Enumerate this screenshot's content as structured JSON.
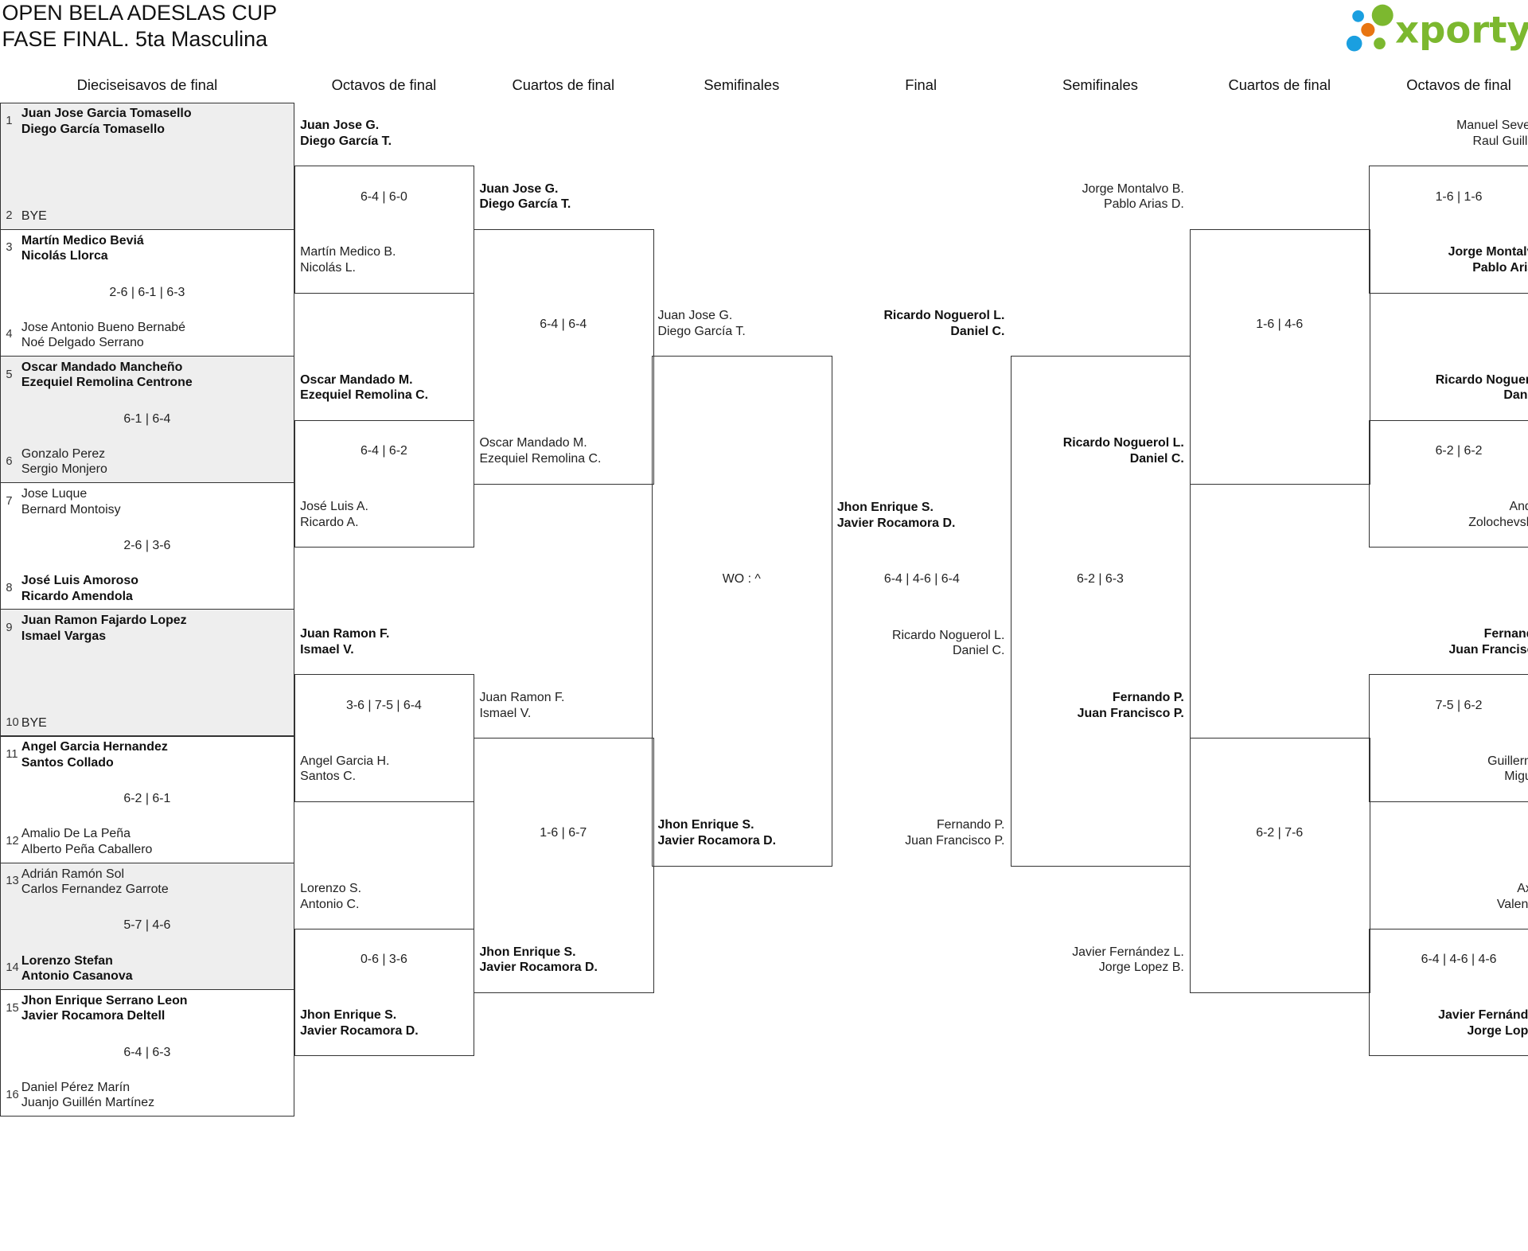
{
  "title": {
    "line1": "OPEN BELA ADESLAS CUP",
    "line2": "FASE FINAL. 5ta Masculina"
  },
  "logo": {
    "text": "xporty",
    "colors": {
      "green": "#7cb82f",
      "blue": "#1a9fe0",
      "orange": "#e87511"
    }
  },
  "headers": [
    "Dieciseisavos de final",
    "Octavos de final",
    "Cuartos de final",
    "Semifinales",
    "Final",
    "Semifinales",
    "Cuartos de final",
    "Octavos de final"
  ],
  "left": {
    "r16": [
      {
        "seed_top": "1",
        "top": [
          "Juan Jose Garcia Tomasello",
          "Diego García Tomasello"
        ],
        "top_win": true,
        "score": "",
        "seed_bottom": "2",
        "bottom": [
          "BYE"
        ],
        "bottom_win": false
      },
      {
        "seed_top": "3",
        "top": [
          "Martín Medico Beviá",
          "Nicolás Llorca"
        ],
        "top_win": true,
        "score": "2-6 | 6-1 | 6-3",
        "seed_bottom": "4",
        "bottom": [
          "Jose Antonio Bueno Bernabé",
          "Noé Delgado Serrano"
        ],
        "bottom_win": false
      },
      {
        "seed_top": "5",
        "top": [
          "Oscar Mandado Mancheño",
          "Ezequiel Remolina Centrone"
        ],
        "top_win": true,
        "score": "6-1 | 6-4",
        "seed_bottom": "6",
        "bottom": [
          "Gonzalo Perez",
          "Sergio Monjero"
        ],
        "bottom_win": false
      },
      {
        "seed_top": "7",
        "top": [
          "Jose Luque",
          "Bernard Montoisy"
        ],
        "top_win": false,
        "score": "2-6 | 3-6",
        "seed_bottom": "8",
        "bottom": [
          "José Luis Amoroso",
          "Ricardo Amendola"
        ],
        "bottom_win": true
      },
      {
        "seed_top": "9",
        "top": [
          "Juan Ramon Fajardo Lopez",
          "Ismael Vargas"
        ],
        "top_win": true,
        "score": "",
        "seed_bottom": "10",
        "bottom": [
          "BYE"
        ],
        "bottom_win": false
      },
      {
        "seed_top": "11",
        "top": [
          "Angel Garcia Hernandez",
          "Santos Collado"
        ],
        "top_win": true,
        "score": "6-2 | 6-1",
        "seed_bottom": "12",
        "bottom": [
          "Amalio De La Peña",
          "Alberto Peña Caballero"
        ],
        "bottom_win": false
      },
      {
        "seed_top": "13",
        "top": [
          "Adrián Ramón Sol",
          "Carlos Fernandez Garrote"
        ],
        "top_win": false,
        "score": "5-7 | 4-6",
        "seed_bottom": "14",
        "bottom": [
          "Lorenzo Stefan",
          "Antonio Casanova"
        ],
        "bottom_win": true
      },
      {
        "seed_top": "15",
        "top": [
          "Jhon Enrique Serrano Leon",
          "Javier Rocamora Deltell"
        ],
        "top_win": true,
        "score": "6-4 | 6-3",
        "seed_bottom": "16",
        "bottom": [
          "Daniel Pérez Marín",
          "Juanjo Guillén Martínez"
        ],
        "bottom_win": false
      }
    ],
    "r8": [
      {
        "top": [
          "Juan Jose G.",
          "Diego García T."
        ],
        "top_win": true,
        "score": "6-4 | 6-0",
        "bottom": [
          "Martín Medico B.",
          "Nicolás L."
        ],
        "bottom_win": false
      },
      {
        "top": [
          "Oscar Mandado M.",
          "Ezequiel Remolina C."
        ],
        "top_win": true,
        "score": "6-4 | 6-2",
        "bottom": [
          "José Luis A.",
          "Ricardo A."
        ],
        "bottom_win": false
      },
      {
        "top": [
          "Juan Ramon F.",
          "Ismael V."
        ],
        "top_win": true,
        "score": "3-6 | 7-5 | 6-4",
        "bottom": [
          "Angel Garcia H.",
          "Santos C."
        ],
        "bottom_win": false
      },
      {
        "top": [
          "Lorenzo S.",
          "Antonio C."
        ],
        "top_win": false,
        "score": "0-6 | 3-6",
        "bottom": [
          "Jhon Enrique S.",
          "Javier Rocamora D."
        ],
        "bottom_win": true
      }
    ],
    "qf": [
      {
        "top": [
          "Juan Jose G.",
          "Diego García T."
        ],
        "top_win": true,
        "score": "6-4 | 6-4",
        "bottom": [
          "Oscar Mandado M.",
          "Ezequiel Remolina C."
        ],
        "bottom_win": false
      },
      {
        "top": [
          "Juan Ramon F.",
          "Ismael V."
        ],
        "top_win": false,
        "score": "1-6 | 6-7",
        "bottom": [
          "Jhon Enrique S.",
          "Javier Rocamora D."
        ],
        "bottom_win": true
      }
    ],
    "sf": [
      {
        "top": [
          "Juan Jose G.",
          "Diego García T."
        ],
        "top_win": false,
        "score": "WO : ^",
        "bottom": [
          "Jhon Enrique S.",
          "Javier Rocamora D."
        ],
        "bottom_win": true
      }
    ]
  },
  "final": {
    "top": [
      "Jhon Enrique S.",
      "Javier Rocamora D."
    ],
    "top_win": true,
    "score": "6-4 | 4-6 | 6-4",
    "bottom": [
      "Ricardo Noguerol L.",
      "Daniel C."
    ],
    "bottom_win": false
  },
  "right": {
    "sf": [
      {
        "top": [
          "Ricardo Noguerol L.",
          "Daniel C."
        ],
        "top_win": true,
        "score": "6-2 | 6-3",
        "bottom": [
          "Fernando P.",
          "Juan Francisco P."
        ],
        "bottom_win": false
      }
    ],
    "qf": [
      {
        "top": [
          "Jorge Montalvo B.",
          "Pablo Arias D."
        ],
        "top_win": false,
        "score": "1-6 | 4-6",
        "bottom": [
          "Ricardo Noguerol L.",
          "Daniel C."
        ],
        "bottom_win": true
      },
      {
        "top": [
          "Fernando P.",
          "Juan Francisco P."
        ],
        "top_win": true,
        "score": "6-2 | 7-6",
        "bottom": [
          "Javier Fernández L.",
          "Jorge Lopez B."
        ],
        "bottom_win": false
      }
    ],
    "r8": [
      {
        "top": [
          "Manuel Severa",
          "Raul Guillen"
        ],
        "top_win": false,
        "score": "1-6 | 1-6",
        "bottom": [
          "Jorge Montalvo",
          "Pablo Arias"
        ],
        "bottom_win": true
      },
      {
        "top": [
          "Ricardo Noguerol",
          "Daniel"
        ],
        "top_win": true,
        "score": "6-2 | 6-2",
        "bottom": [
          "Andrii",
          "Zolochevskyi"
        ],
        "bottom_win": false
      },
      {
        "top": [
          "Fernando",
          "Juan Francisco"
        ],
        "top_win": true,
        "score": "7-5 | 6-2",
        "bottom": [
          "Guillermo",
          "Miguel"
        ],
        "bottom_win": false
      },
      {
        "top": [
          "Axel",
          "Valentin"
        ],
        "top_win": false,
        "score": "6-4 | 4-6 | 4-6",
        "bottom": [
          "Javier Fernández",
          "Jorge Lopez"
        ],
        "bottom_win": true
      }
    ]
  }
}
